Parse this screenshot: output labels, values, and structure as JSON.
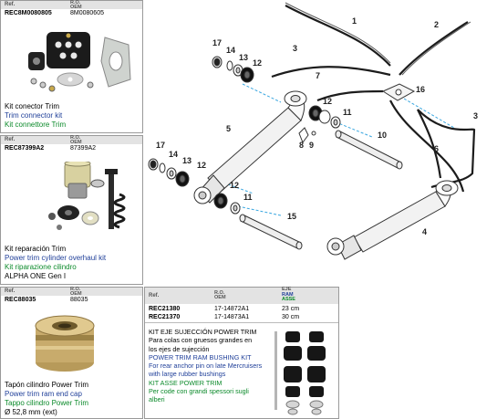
{
  "panels": {
    "p1": {
      "ref_label": "Ref.",
      "ro_label": "R.O.",
      "oem_label": "OEM",
      "ref": "REC8M0080805",
      "oem": "8M0080605",
      "desc_es": "Kit conector Trim",
      "desc_en": "Trim connector kit",
      "desc_it": "Kit connettore Trim"
    },
    "p2": {
      "ref_label": "Ref.",
      "ro_label": "R.O.",
      "oem_label": "OEM",
      "ref": "REC87399A2",
      "oem": "87399A2",
      "desc_es": "Kit reparación Trim",
      "desc_en": "Power trim cylinder overhaul kit",
      "desc_it": "Kit riparazione cilindro",
      "desc_extra": "ALPHA ONE Gen I"
    },
    "p3": {
      "ref_label": "Ref.",
      "ro_label": "R.O.",
      "oem_label": "OEM",
      "ref": "REC88035",
      "oem": "88035",
      "desc_es": "Tapón cilindro Power Trim",
      "desc_en": "Power trim ram end cap",
      "desc_it": "Tappo cilindro Power Trim",
      "desc_extra": "Ø 52,8 mm (ext)"
    },
    "p4": {
      "ref_label": "Ref.",
      "ro_label": "R.O.",
      "oem_label": "OEM",
      "eje_label": "EJE",
      "ram_label": "RAM",
      "asse_label": "ASSE",
      "rows": [
        {
          "ref": "REC21380",
          "oem": "17-14872A1",
          "eje": "23 cm"
        },
        {
          "ref": "REC21370",
          "oem": "17-14873A1",
          "eje": "30 cm"
        }
      ],
      "title_es": "KIT EJE SUJECCIÓN POWER TRIM",
      "desc_es_1": "Para colas con gruesos grandes en",
      "desc_es_2": "los ejes de sujección",
      "title_en": "POWER TRIM RAM BUSHING KIT",
      "desc_en_1": "For rear anchor pin on late Mercruisers",
      "desc_en_2": "with large rubber bushings",
      "title_it": "KIT ASSE POWER TRIM",
      "desc_it_1": "Per code con grandi spessori sugli",
      "desc_it_2": "alberi"
    }
  },
  "diagram": {
    "numbers": [
      "1",
      "2",
      "3",
      "3",
      "4",
      "5",
      "6",
      "7",
      "8",
      "9",
      "10",
      "11",
      "11",
      "12",
      "12",
      "12",
      "12",
      "13",
      "13",
      "14",
      "14",
      "15",
      "16",
      "17",
      "17"
    ]
  },
  "colors": {
    "header_bg": "#e3e3e3",
    "english": "#1f3f99",
    "italian": "#0b8a2a",
    "leader": "#3aa7e0"
  }
}
